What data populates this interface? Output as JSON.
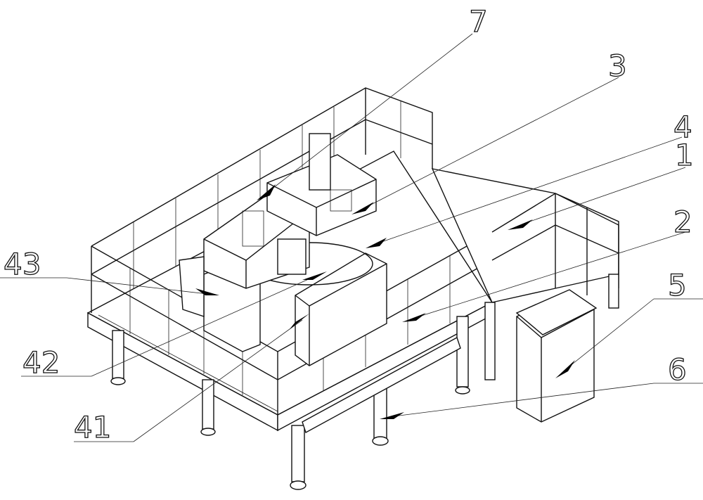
{
  "figure": {
    "labels": [
      {
        "id": "7",
        "text": "7"
      },
      {
        "id": "3",
        "text": "3"
      },
      {
        "id": "4",
        "text": "4"
      },
      {
        "id": "1",
        "text": "1"
      },
      {
        "id": "2",
        "text": "2"
      },
      {
        "id": "5",
        "text": "5"
      },
      {
        "id": "6",
        "text": "6"
      },
      {
        "id": "43",
        "text": "43"
      },
      {
        "id": "42",
        "text": "42"
      },
      {
        "id": "41",
        "text": "41"
      }
    ]
  }
}
